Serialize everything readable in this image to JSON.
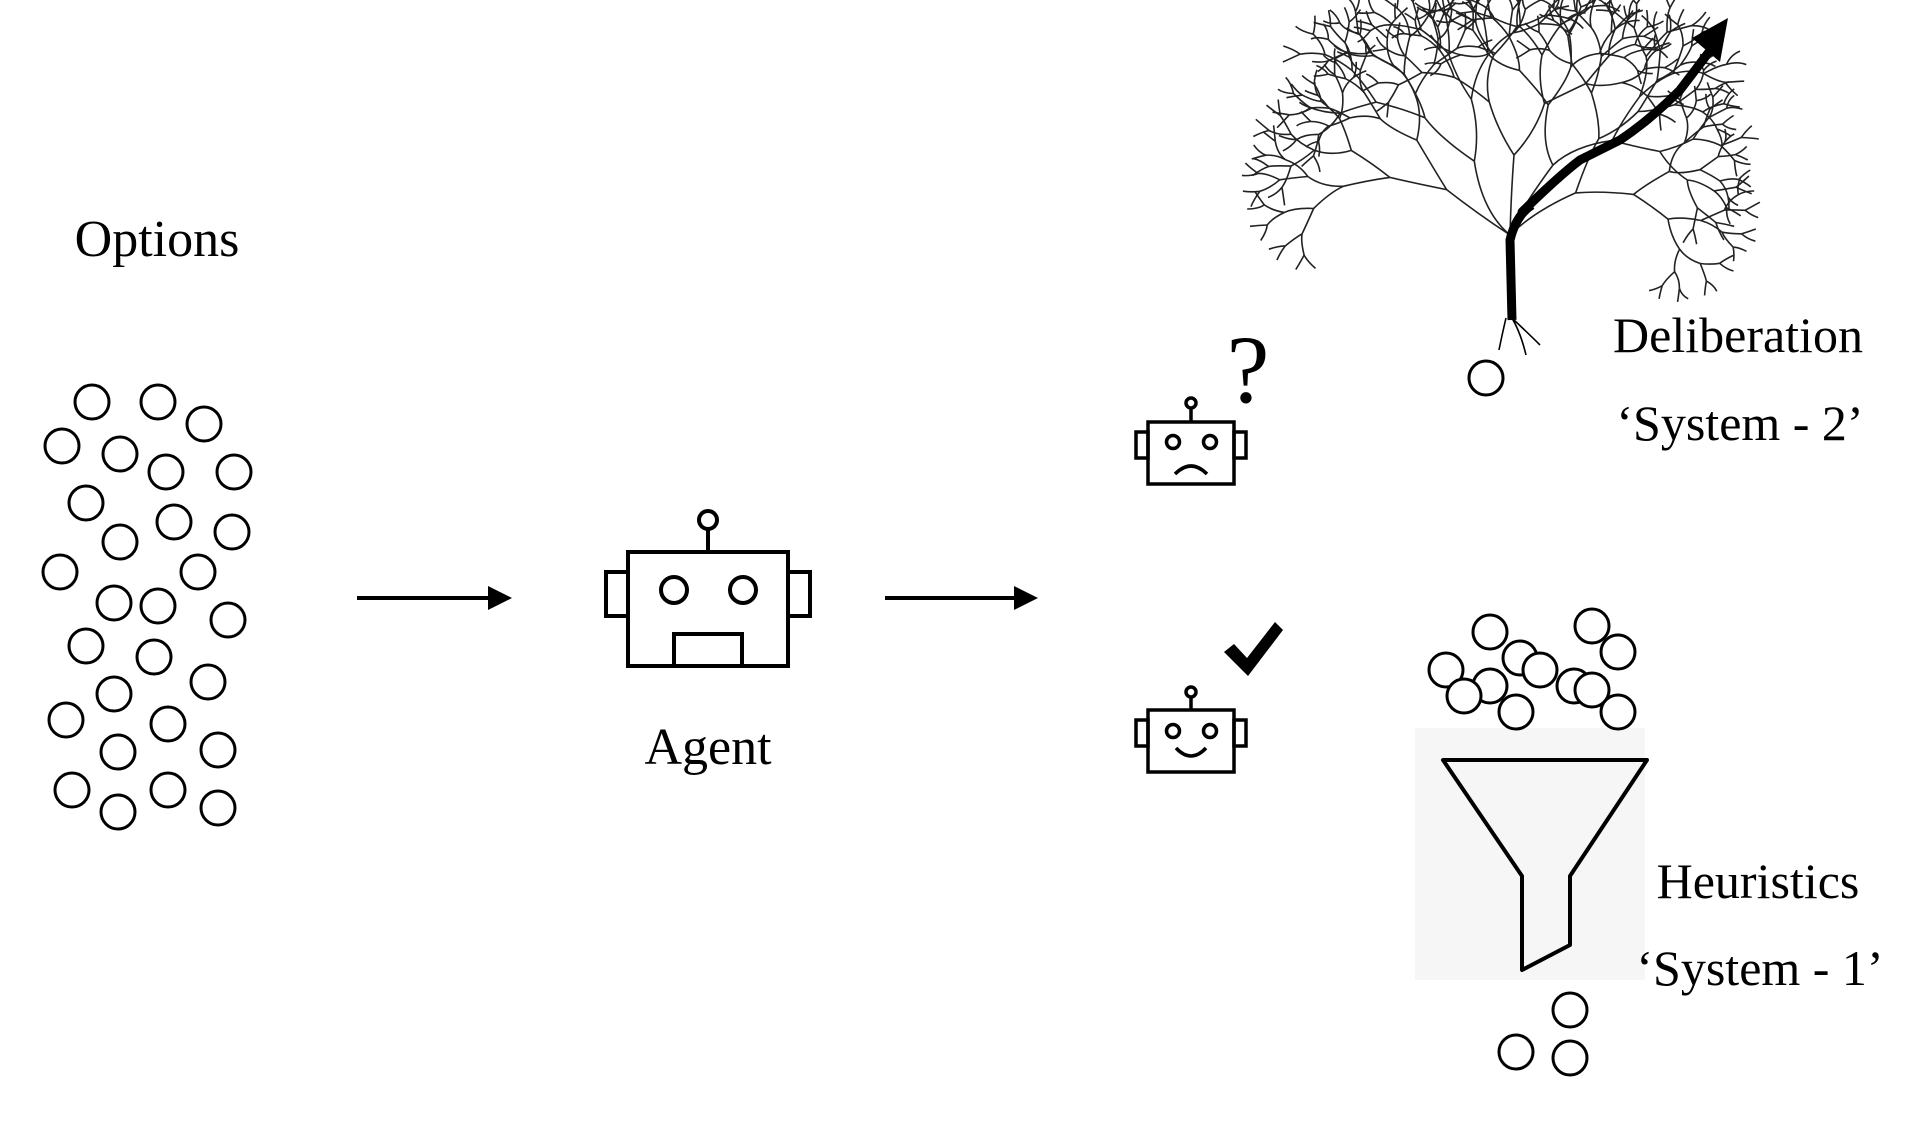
{
  "labels": {
    "options": "Options",
    "agent": "Agent",
    "deliberation": "Deliberation",
    "system2": "‘System - 2’",
    "heuristics": "Heuristics",
    "system1": "‘System - 1’"
  },
  "marks": {
    "question": "?",
    "check": "✔"
  },
  "colors": {
    "ink": "#000000",
    "background": "#ffffff",
    "tree_branch": "#222222",
    "funnel_panel": "#f6f6f6"
  },
  "icons": [
    "option-circle",
    "robot-icon",
    "arrow",
    "sad-robot-icon",
    "happy-robot-icon",
    "question-mark-icon",
    "checkmark-icon",
    "decision-tree-icon",
    "funnel-icon"
  ]
}
